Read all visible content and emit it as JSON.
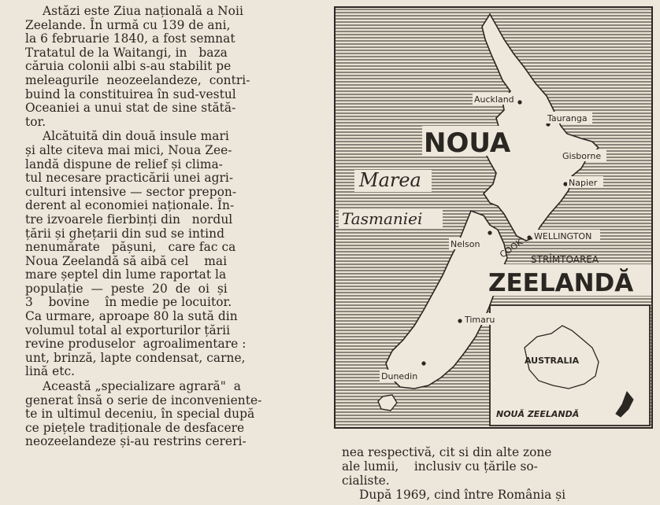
{
  "article": {
    "paragraphs": [
      [
        "Astăzi este Ziua națională a Noii",
        "Zeelande. În urmă cu 139 de ani,",
        "la 6 februarie 1840, a fost semnat",
        "Tratatul de la Waitangi, in   baza",
        "căruia colonii albi s-au stabilit pe",
        "meleagurile  neozeelandeze,  contri-",
        "buind la constituirea în sud-vestul",
        "Oceaniei a unui stat de sine stătă-",
        "tor."
      ],
      [
        "Alcătuită din două insule mari",
        "și alte citeva mai mici, Noua Zee-",
        "landă dispune de relief și clima-",
        "tul necesare practicării unei agri-",
        "culturi intensive — sector prepon-",
        "derent al economiei naționale. În-",
        "tre izvoarele fierbinți din   nordul",
        "țării și ghețarii din sud se intind",
        "nenumărate   pășuni,   care fac ca",
        "Noua Zeelandă să aibă cel    mai",
        "mare șeptel din lume raportat la",
        "populație  —  peste  20  de  oi  și",
        "3    bovine    în medie pe locuitor.",
        "Ca urmare, aproape 80 la sută din",
        "volumul total al exporturilor țării",
        "revine produselor  agroalimentare :",
        "unt, brinză, lapte condensat, carne,",
        "lină etc."
      ],
      [
        "Această „specializare agrară\"  a",
        "generat însă o serie de inconveniente-",
        "te in ultimul deceniu, în special după",
        "ce piețele tradiționale de desfacere",
        "neozeelandeze și-au restrins cereri-"
      ]
    ],
    "continuation": [
      "nea respectivă, cit si din alte zone",
      "ale lumii,    inclusiv cu țările so-",
      "cialiste.",
      "După 1969, cind între România și"
    ]
  },
  "map": {
    "title_top": "NOUA",
    "title_bottom": "ZEELANDĂ",
    "sea_line1": "Marea",
    "sea_line2": "Tasmaniei",
    "strait_line1": "STRÎMTOAREA",
    "strait_line2": "COOK",
    "cities": {
      "auckland": "Auckland",
      "tauranga": "Tauranga",
      "gisborne": "Gisborne",
      "napier": "Napier",
      "wellington": "WELLINGTON",
      "nelson": "Nelson",
      "timaru": "Timaru",
      "dunedin": "Dunedin"
    },
    "inset": {
      "australia": "AUSTRALIA",
      "nz": "NOUĂ ZEELANDĂ"
    }
  }
}
